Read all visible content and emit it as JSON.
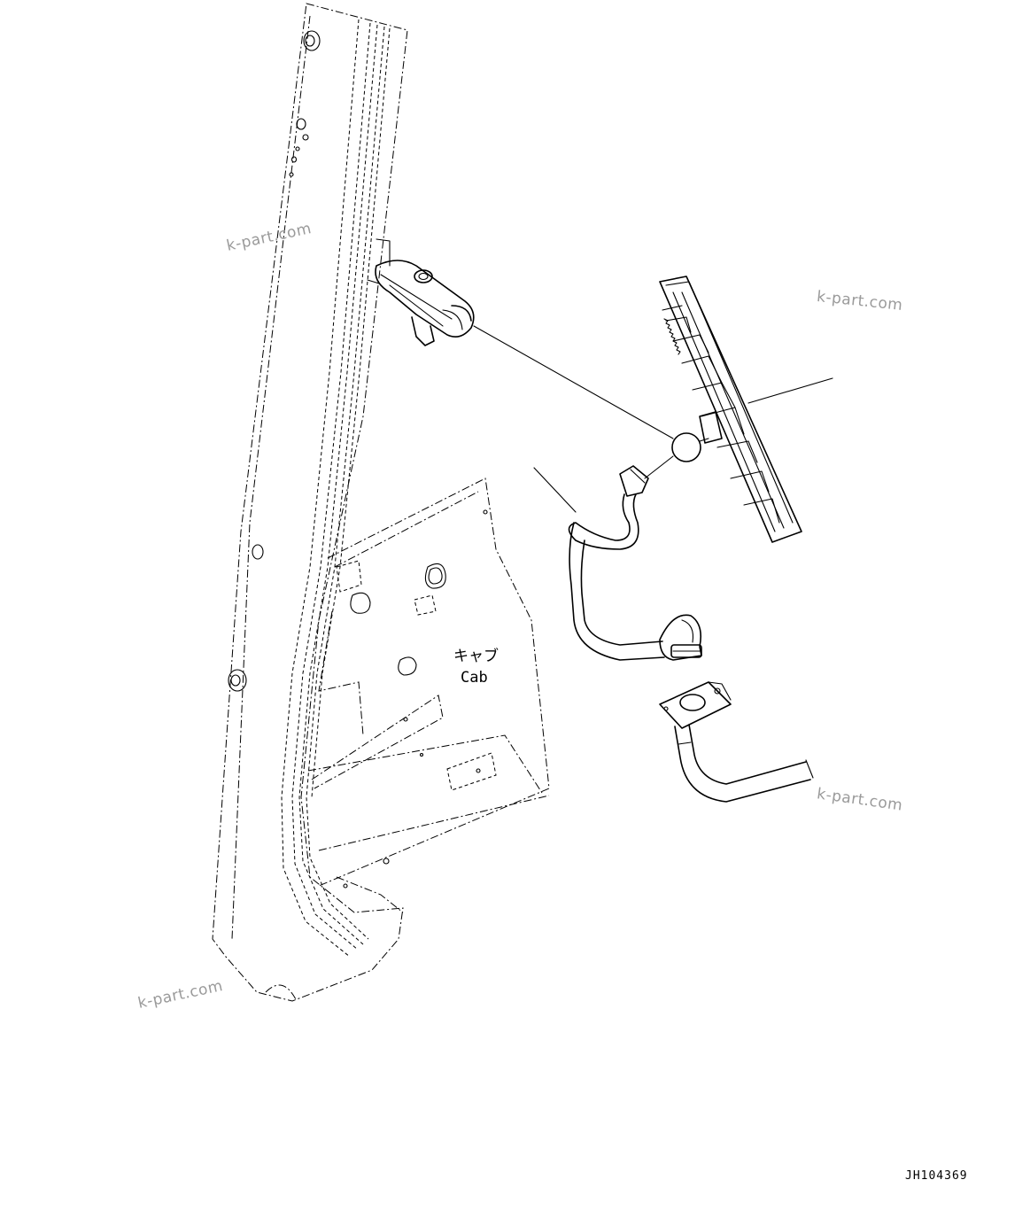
{
  "labels": {
    "cab_jp": "キャブ",
    "cab_en": "Cab"
  },
  "drawing_code": "JH104369",
  "watermarks": [
    "k-part.com",
    "k-part.com",
    "k-part.com",
    "k-part.com"
  ]
}
